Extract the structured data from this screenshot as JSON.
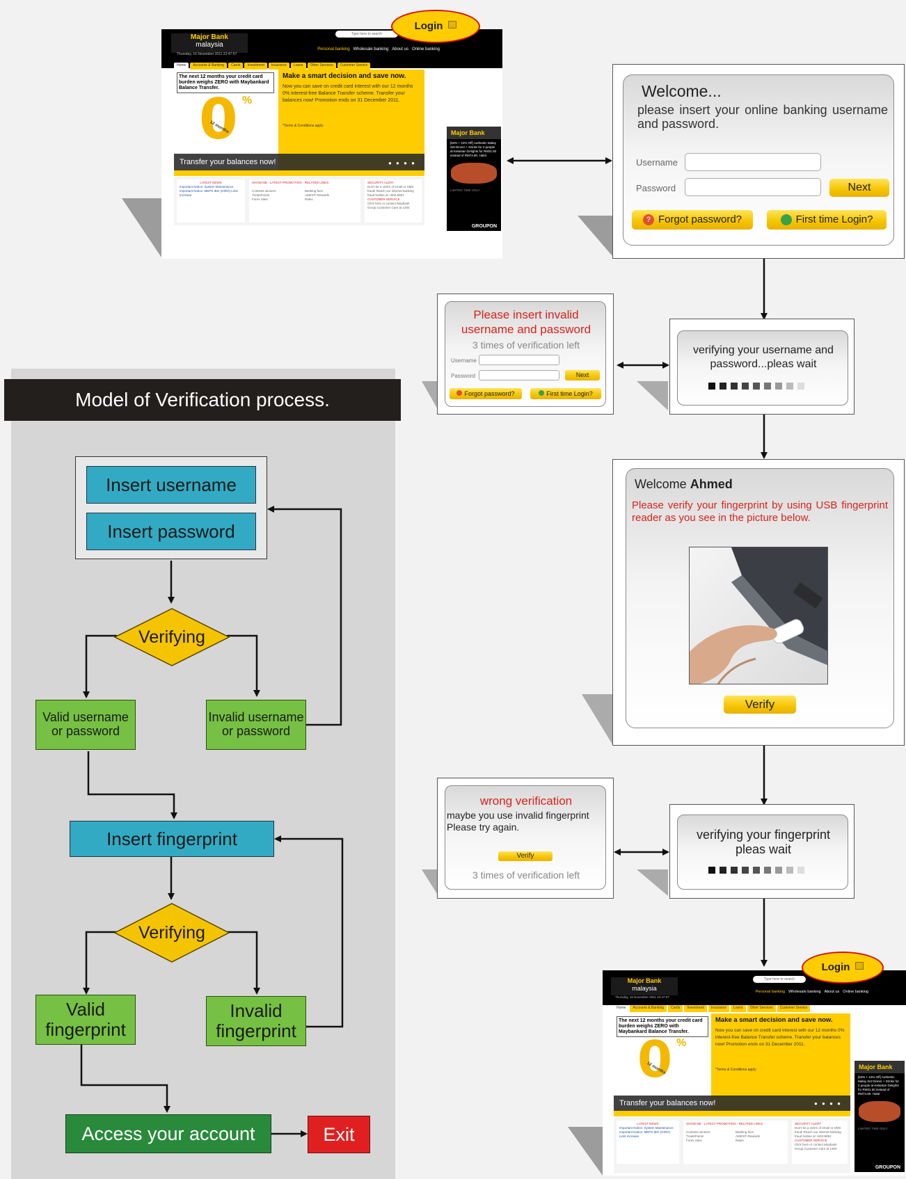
{
  "bank_page": {
    "brand_name": "Major Bank",
    "brand_sub": "malaysia",
    "date": "Thursday, 16 November 2011 22:47:57",
    "search_placeholder": "Type here to search",
    "login_label": "Login",
    "top_nav": [
      "Personal banking",
      "Wholesale banking",
      "About us",
      "Online banking"
    ],
    "tabs": [
      "Home",
      "Accounts & Banking",
      "Cards",
      "Investment",
      "Insurance",
      "Loans",
      "Other Services",
      "Customer Service"
    ],
    "promo_box": "The next 12 months your credit card burden weighs ZERO with Maybankard Balance Transfer.",
    "promo_zero": "0",
    "promo_pct": "%",
    "promo_months": "12 months",
    "hero_title": "Make a smart decision and save now.",
    "hero_text": "Now you can save on credit card interest with our 12 months 0% interest-free Balance Transfer scheme. Transfer your balances now! Promotion ends on 31 December 2011.",
    "hero_terms": "*Terms & Conditions apply",
    "hero_strip": "Transfer your balances now!",
    "hero_dots": "● ● ● ●",
    "side_title": "Major Bank",
    "side_text": "[53% + 10% Off] Authentic Malay Set Dinner + Drinks for 2 people at Kelantan Delights for RM31.50 instead of RM74.80. Halal",
    "side_limited": "LIMITED TIME ONLY",
    "groupon": "GROUPON",
    "news_title": "LATEST NEWS",
    "news_items": [
      "Important Notice: System Maintenance",
      "Important Notice: MEPS IBG (GIRO) Limit Increase"
    ],
    "promo_tabs": [
      "SHOW ME",
      "LATEST PROMOTION",
      "RELATED LINKS"
    ],
    "promo_links": [
      "Contests winners",
      "Banking fees",
      "TreatsPoints",
      "AMEX® Rewards",
      "Forex rates",
      "Rates"
    ],
    "security_title": "SECURITY ALERT",
    "security_text": "Don't be a victim of email or SMS fraud! Reach our internet banking fraud hotline at +603-5891",
    "service_title": "CUSTOMER SERVICE",
    "service_text": "Click here or contact Maybank Group Customer Care at 1300"
  },
  "welcome_panel": {
    "heading": "Welcome...",
    "subtitle": "please insert your online banking username and password.",
    "username_label": "Username",
    "password_label": "Password",
    "next_label": "Next",
    "forgot_label": "Forgot password?",
    "first_time_label": "First time Login?"
  },
  "invalid_panel": {
    "title": "Please insert invalid username and password",
    "attempts": "3 times of verification left",
    "username_label": "Username",
    "password_label": "Password",
    "next_label": "Next",
    "forgot_label": "Forgot password?",
    "first_time_label": "First time Login?"
  },
  "verify_credentials_panel": {
    "text": "verifying your username and password...pleas wait"
  },
  "fingerprint_panel": {
    "welcome": "Welcome",
    "user_name": "Ahmed",
    "instruction": "Please verify your fingerprint by using USB fingerprint reader as you see in the picture below.",
    "verify_label": "Verify"
  },
  "wrong_panel": {
    "title": "wrong verification",
    "message": "maybe you use invalid fingerprint Please try again.",
    "verify_label": "Verify",
    "attempts": "3 times of verification left"
  },
  "verify_fingerprint_panel": {
    "text": "verifying your fingerprint pleas wait"
  },
  "flowchart": {
    "title": "Model of Verification process.",
    "insert_username": "Insert username",
    "insert_password": "Insert password",
    "verifying_1": "Verifying",
    "valid_credentials": "Valid username or password",
    "invalid_credentials": "Invalid username or password",
    "insert_fingerprint": "Insert fingerprint",
    "verifying_2": "Verifying",
    "valid_fingerprint": "Valid fingerprint",
    "invalid_fingerprint": "Invalid fingerprint",
    "access": "Access your account",
    "exit": "Exit"
  },
  "colors": {
    "accent_yellow": "#ffcc00",
    "flow_blue": "#33aac3",
    "flow_green": "#76c043",
    "flow_yellow": "#f5c400",
    "access_green": "#2a8a3c",
    "exit_red": "#e02020",
    "error_red": "#d8231c"
  }
}
